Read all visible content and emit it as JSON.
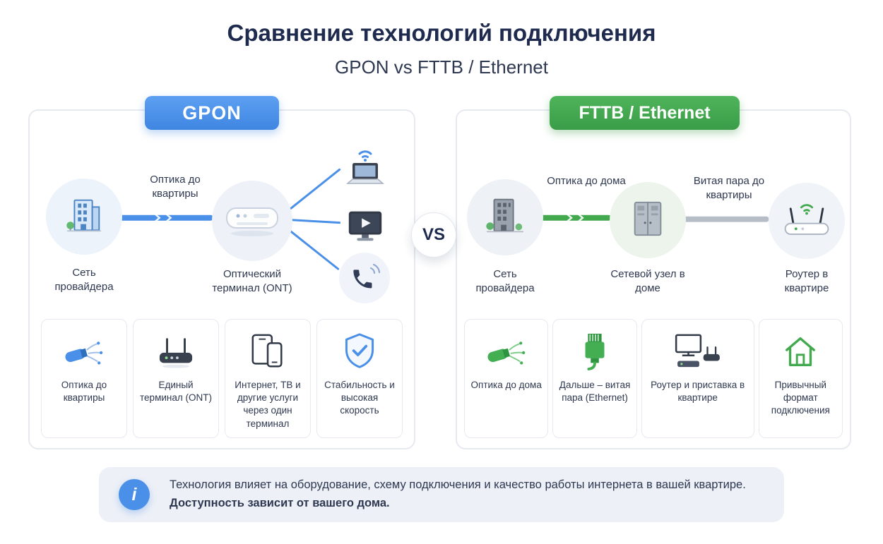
{
  "header": {
    "title": "Сравнение технологий подключения",
    "subtitle": "GPON vs FTTB / Ethernet"
  },
  "vs": "VS",
  "colors": {
    "gpon_accent": "#4a90e8",
    "fttb_accent": "#43a94f",
    "twisted_pair_line": "#b7bdc7",
    "title_text": "#1e2b4e"
  },
  "gpon": {
    "badge": "GPON",
    "flow": {
      "provider_icon": "building-icon",
      "provider_label": "Сеть провайдера",
      "link_label": "Оптика до квартиры",
      "terminal_icon": "ont-modem-icon",
      "terminal_label": "Оптический терминал (ONT)",
      "device_icons": [
        "laptop-wifi-icon",
        "tv-play-icon",
        "phone-handset-icon"
      ]
    },
    "cards": [
      {
        "icon": "fiber-cable-blue-icon",
        "label": "Оптика до квартиры"
      },
      {
        "icon": "ont-router-icon",
        "label": "Единый терминал (ONT)"
      },
      {
        "icon": "multi-devices-icon",
        "label": "Интернет, ТВ и другие услуги через один терминал"
      },
      {
        "icon": "shield-check-icon",
        "label": "Стабильность и высокая скорость"
      }
    ]
  },
  "fttb": {
    "badge": "FTTB / Ethernet",
    "flow": {
      "provider_icon": "building-gray-icon",
      "provider_label": "Сеть провайдера",
      "link1_label": "Оптика до дома",
      "node_icon": "network-cabinet-icon",
      "node_label": "Сетевой узел в доме",
      "link2_label": "Витая пара до квартиры",
      "router_icon": "wifi-router-icon",
      "router_label": "Роутер в квартире"
    },
    "cards": [
      {
        "icon": "fiber-cable-green-icon",
        "label": "Оптика до дома"
      },
      {
        "icon": "ethernet-plug-icon",
        "label": "Дальше – витая пара (Ethernet)"
      },
      {
        "icon": "tv-router-settop-icon",
        "label": "Роутер и приставка в квартире"
      },
      {
        "icon": "house-icon",
        "label": "Привычный формат подключения"
      }
    ]
  },
  "footer": {
    "info_glyph": "i",
    "line1": "Технология влияет на оборудование, схему подключения и качество работы интернета в вашей квартире.",
    "line2": "Доступность зависит от вашего дома."
  }
}
